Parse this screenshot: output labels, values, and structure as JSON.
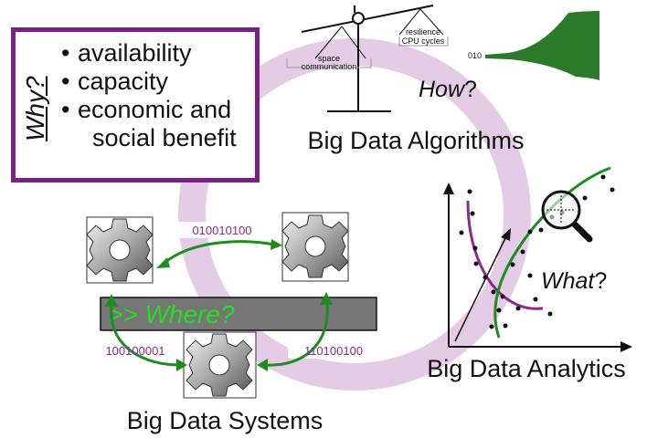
{
  "why": {
    "label": "Why?",
    "bullets": [
      "availability",
      "capacity",
      "economic and",
      "social benefit"
    ]
  },
  "algorithms": {
    "title": "Big Data Algorithms",
    "question_word": "How",
    "question_mark": "?",
    "scale_left_line1": "space",
    "scale_left_line2": "communication",
    "scale_right_line1": "resilience",
    "scale_right_line2": "CPU cycles",
    "stream_bits": "010"
  },
  "analytics": {
    "title": "Big Data Analytics",
    "question_word": "What",
    "question_mark": "?"
  },
  "systems": {
    "title": "Big Data Systems",
    "where_label": ">> Where?",
    "link_top": "010010100",
    "link_left": "100100001",
    "link_right": "110100100"
  },
  "colors": {
    "ring": "#e4cbe6",
    "purple": "#7a1f84",
    "green": "#1e8c1e",
    "bright_green": "#22dd22",
    "bar": "#777777"
  }
}
